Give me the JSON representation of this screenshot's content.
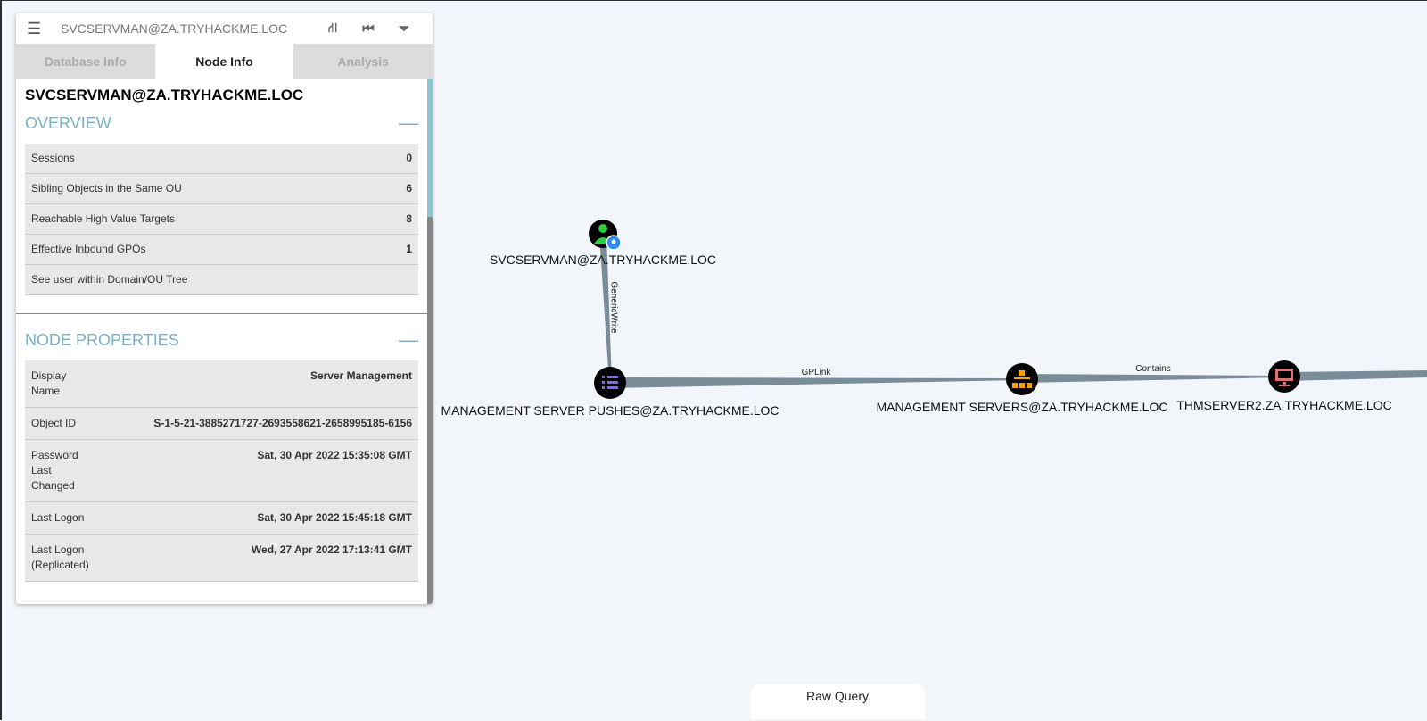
{
  "header": {
    "title": "SVCSERVMAN@ZA.TRYHACKME.LOC"
  },
  "tabs": [
    "Database Info",
    "Node Info",
    "Analysis"
  ],
  "node": {
    "name": "SVCSERVMAN@ZA.TRYHACKME.LOC"
  },
  "overview": {
    "title": "OVERVIEW",
    "rows": [
      {
        "label": "Sessions",
        "value": "0"
      },
      {
        "label": "Sibling Objects in the Same OU",
        "value": "6"
      },
      {
        "label": "Reachable High Value Targets",
        "value": "8"
      },
      {
        "label": "Effective Inbound GPOs",
        "value": "1"
      },
      {
        "label": "See user within Domain/OU Tree",
        "value": ""
      }
    ]
  },
  "properties": {
    "title": "NODE PROPERTIES",
    "rows": [
      {
        "label": "Display Name",
        "value": "Server Management"
      },
      {
        "label": "Object ID",
        "value": "S-1-5-21-3885271727-2693558621-2658995185-6156"
      },
      {
        "label": "Password Last Changed",
        "value": "Sat, 30 Apr 2022 15:35:08 GMT"
      },
      {
        "label": "Last Logon",
        "value": "Sat, 30 Apr 2022 15:45:18 GMT"
      },
      {
        "label": "Last Logon (Replicated)",
        "value": "Wed, 27 Apr 2022 17:13:41 GMT"
      }
    ]
  },
  "graph": {
    "nodes": [
      {
        "label": "SVCSERVMAN@ZA.TRYHACKME.LOC",
        "type": "user"
      },
      {
        "label": "MANAGEMENT SERVER PUSHES@ZA.TRYHACKME.LOC",
        "type": "gpo"
      },
      {
        "label": "MANAGEMENT SERVERS@ZA.TRYHACKME.LOC",
        "type": "ou"
      },
      {
        "label": "THMSERVER2.ZA.TRYHACKME.LOC",
        "type": "computer"
      }
    ],
    "edges": [
      "GenericWrite",
      "GPLink",
      "Contains"
    ]
  },
  "raw_query": "Raw Query"
}
